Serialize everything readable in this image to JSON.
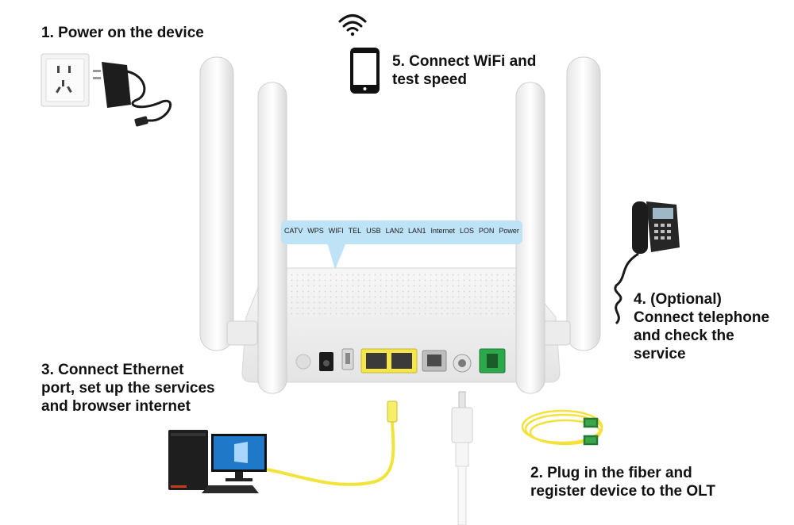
{
  "steps": {
    "power": [
      "1. Power on the device"
    ],
    "wifi": [
      "5. Connect WiFi and",
      "test speed"
    ],
    "telephone": [
      "4. (Optional)",
      "Connect telephone",
      "and check the",
      "service"
    ],
    "ethernet": [
      "3. Connect Ethernet",
      "port, set up the services",
      "and browser internet"
    ],
    "fiber": [
      "2. Plug in the fiber and",
      "register device to the OLT"
    ]
  },
  "led_labels": [
    "CATV",
    "WPS",
    "WIFI",
    "TEL",
    "USB",
    "LAN2",
    "LAN1",
    "Internet",
    "LOS",
    "PON",
    "Power"
  ],
  "colors": {
    "led_bubble": "#bfe3f6",
    "ethernet_cable": "#f2e33a",
    "lan_port": "#f4e64a",
    "pon_port": "#2aa84a",
    "fiber_connector": "#3aa84a"
  },
  "icons": [
    "wifi-icon",
    "smartphone-icon",
    "wall-socket-icon",
    "power-adapter-icon",
    "ip-phone-icon",
    "desktop-pc-icon",
    "fiber-patch-cord-icon",
    "coax-cable-icon",
    "router-icon"
  ]
}
